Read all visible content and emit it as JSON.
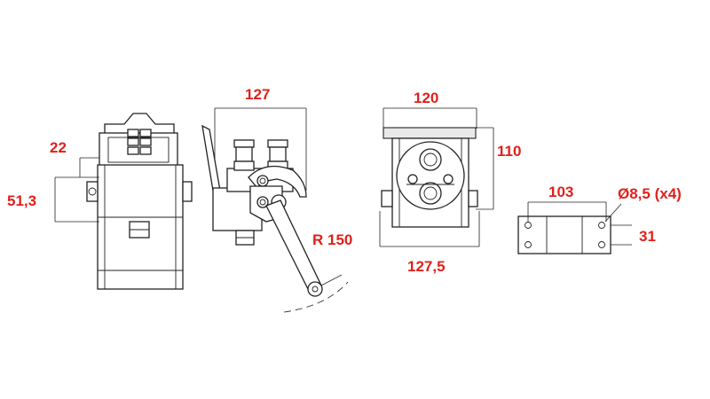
{
  "drawing": {
    "line_color": "#222222",
    "dimension_color": "#e0201c"
  },
  "dimensions": {
    "front_offset": "22",
    "front_height": "51,3",
    "side_width": "127",
    "swing_radius": "R 150",
    "top_width": "120",
    "top_height": "110",
    "top_base_width": "127,5",
    "plate_hole_spacing": "103",
    "plate_hole_diameter": "Ø8,5 (x4)",
    "plate_height": "31"
  }
}
